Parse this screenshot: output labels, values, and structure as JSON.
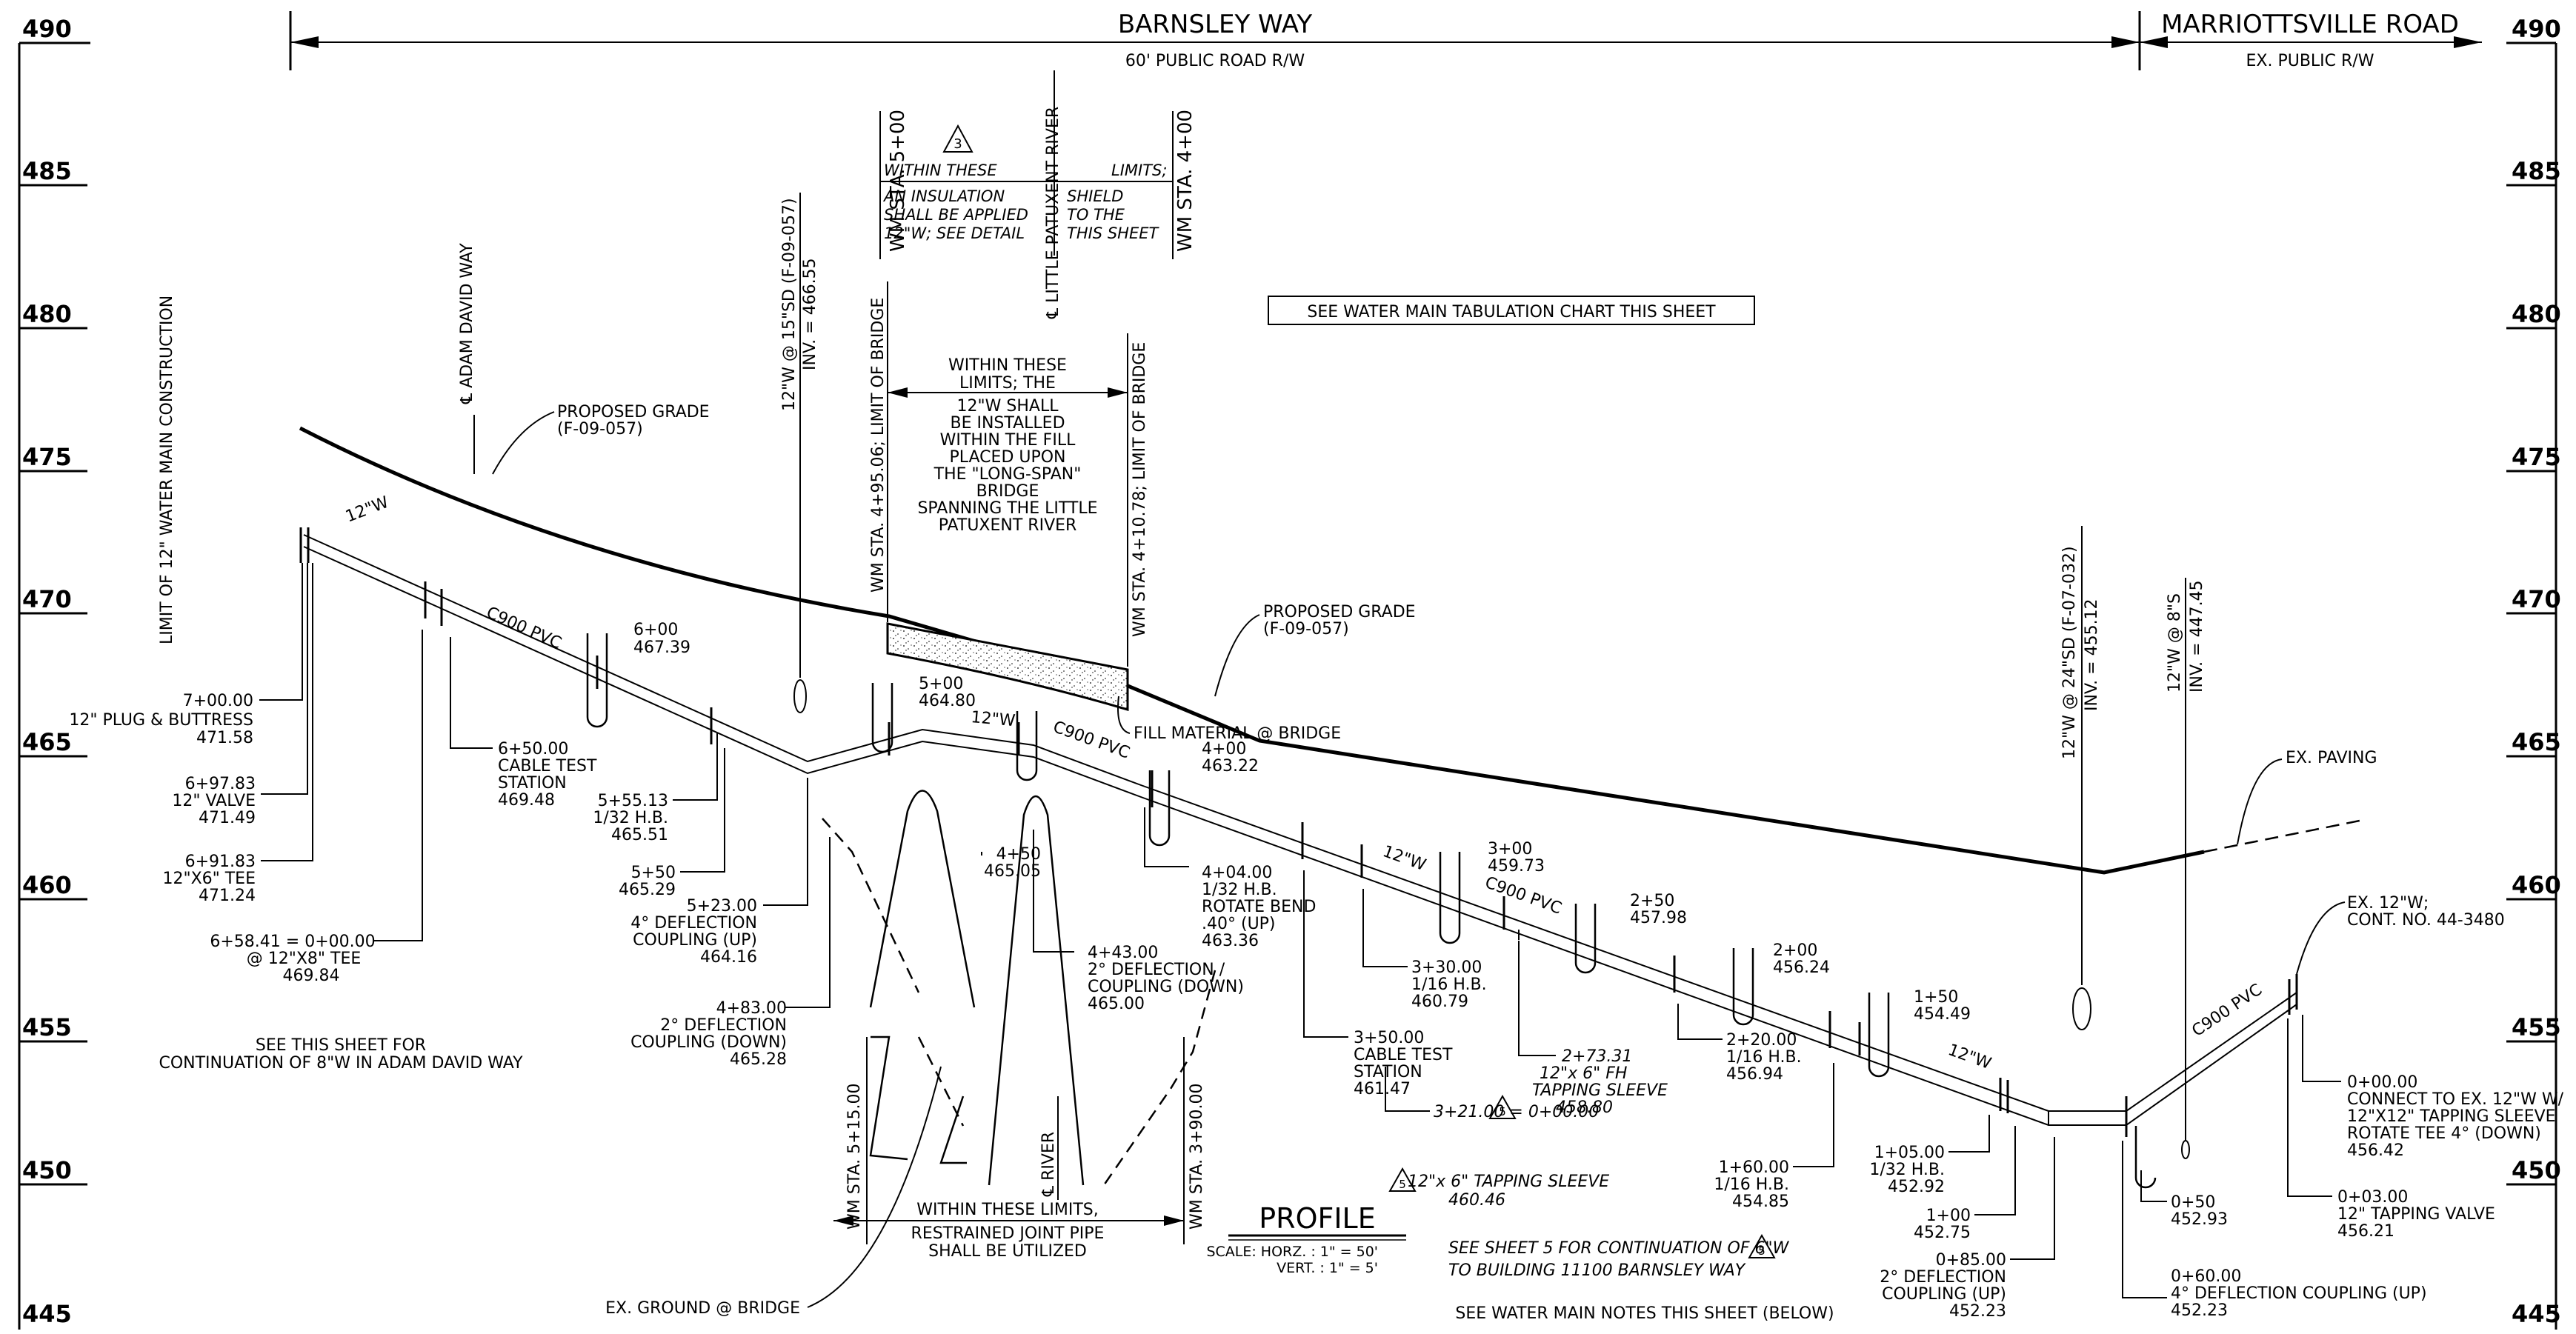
{
  "elevations": [
    "490",
    "485",
    "480",
    "475",
    "470",
    "465",
    "460",
    "455",
    "450",
    "445"
  ],
  "header": {
    "left_title": "BARNSLEY WAY",
    "left_sub": "60' PUBLIC ROAD R/W",
    "right_title": "MARRIOTTSVILLE ROAD",
    "right_sub": "EX. PUBLIC R/W"
  },
  "profile_title": "PROFILE",
  "scale_lines": [
    "SCALE: HORZ. : 1\" = 50'",
    "VERT. : 1\" = 5'"
  ],
  "notes": {
    "tabulation": "SEE WATER MAIN TABULATION CHART THIS SHEET",
    "water_main_notes": "SEE WATER MAIN NOTES THIS SHEET (BELOW)",
    "continuation_8": [
      "SEE THIS SHEET FOR",
      "CONTINUATION OF 8\"W IN ADAM DAVID WAY"
    ],
    "continuation_6": [
      "SEE SHEET 5 FOR CONTINUATION OF 6\"W",
      "TO BUILDING 11100 BARNSLEY WAY"
    ],
    "long_span": [
      "WITHIN THESE",
      "LIMITS; THE",
      "12\"W SHALL",
      "BE INSTALLED",
      "WITHIN THE FILL",
      "PLACED UPON",
      "THE \"LONG-SPAN\"",
      "BRIDGE",
      "SPANNING THE LITTLE",
      "PATUXENT RIVER"
    ],
    "restrained": [
      "WITHIN THESE LIMITS,",
      "RESTRAINED JOINT PIPE",
      "SHALL BE UTILIZED"
    ],
    "insulation_left": [
      "WITHIN THESE",
      "AN INSULATION",
      "SHALL BE APPLIED",
      "12\"W; SEE DETAIL"
    ],
    "insulation_right": [
      "LIMITS;",
      "SHIELD",
      "TO THE",
      "THIS SHEET"
    ]
  },
  "vertical_labels": {
    "limit_construction": "LIMIT OF 12\" WATER MAIN CONSTRUCTION",
    "adam_david": "℄ ADAM DAVID WAY",
    "culvert_left_a": "12\"W @ 15\"SD (F-09-057)",
    "culvert_left_b": "INV. = 466.55",
    "wm_495": "WM STA. 4+95.06; LIMIT OF BRIDGE",
    "wm_410": "WM STA. 4+10.78; LIMIT OF BRIDGE",
    "wm_500": "WM STA. 5+00",
    "wm_400": "WM STA. 4+00",
    "little_patuxent": "℄ LITTLE PATUXENT RIVER",
    "wm_515": "WM STA. 5+15.00",
    "wm_390": "WM STA. 3+90.00",
    "river": "℄ RIVER",
    "culvert_right_a": "12\"W @ 24\"SD (F-07-032)",
    "culvert_right_b": "INV. = 455.12",
    "culvert_far_a": "12\"W @ 8\"S",
    "culvert_far_b": "INV. = 447.45"
  },
  "grade_labels": {
    "proposed_1": [
      "PROPOSED GRADE",
      "(F-09-057)"
    ],
    "proposed_2": [
      "PROPOSED GRADE",
      "(F-09-057)"
    ],
    "fill": "FILL MATERIAL @ BRIDGE",
    "ex_paving": "EX. PAVING",
    "ex_ground": "EX. GROUND @ BRIDGE",
    "ex_main": [
      "EX. 12\"W;",
      "CONT. NO. 44-3480"
    ]
  },
  "pipe_labels": {
    "p12_1": "12\"W",
    "p12_2": "12\"W",
    "p12_3": "12\"W",
    "p12_4": "12\"W",
    "pvc_1": "C900 PVC",
    "pvc_2": "C900 PVC",
    "pvc_3": "C900 PVC",
    "pvc_4": "C900 PVC"
  },
  "stations": {
    "s700": [
      "7+00.00",
      "12\" PLUG & BUTTRESS",
      "471.58"
    ],
    "s697": [
      "6+97.83",
      "12\" VALVE",
      "471.49"
    ],
    "s691": [
      "6+91.83",
      "12\"X6\" TEE",
      "471.24"
    ],
    "s658": [
      "6+58.41 = 0+00.00",
      "@ 12\"X8\" TEE",
      "469.84"
    ],
    "s650": [
      "6+50.00",
      "CABLE TEST",
      "STATION",
      "469.48"
    ],
    "s600": [
      "6+00",
      "467.39"
    ],
    "s555": [
      "5+55.13",
      "1/32 H.B.",
      "465.51"
    ],
    "s550": [
      "5+50",
      "465.29"
    ],
    "s523": [
      "5+23.00",
      "4° DEFLECTION",
      "COUPLING (UP)",
      "464.16"
    ],
    "s483": [
      "4+83.00",
      "2° DEFLECTION",
      "COUPLING (DOWN)",
      "465.28"
    ],
    "s500": [
      "5+00",
      "464.80"
    ],
    "s450": [
      "4+50",
      "465.05"
    ],
    "s443": [
      "4+43.00",
      "2° DEFLECTION /",
      "COUPLING (DOWN)",
      "465.00"
    ],
    "s400": [
      "4+00",
      "463.22"
    ],
    "s404": [
      "4+04.00",
      "1/32 H.B.",
      "ROTATE BEND",
      ".40° (UP)",
      "463.36"
    ],
    "s350": [
      "3+50.00",
      "CABLE TEST",
      "STATION",
      "461.47"
    ],
    "s330": [
      "3+30.00",
      "1/16 H.B.",
      "460.79"
    ],
    "s300": [
      "3+00",
      "459.73"
    ],
    "s250": [
      "2+50",
      "457.98"
    ],
    "s273": [
      "2+73.31",
      "12\"x 6\" FH",
      "TAPPING SLEEVE",
      "458.80"
    ],
    "s321": [
      "3+21.00 = 0+00.00",
      "12\"x 6\" TAPPING SLEEVE",
      "460.46"
    ],
    "s220": [
      "2+20.00",
      "1/16 H.B.",
      "456.94"
    ],
    "s200": [
      "2+00",
      "456.24"
    ],
    "s160": [
      "1+60.00",
      "1/16 H.B.",
      "454.85"
    ],
    "s150": [
      "1+50",
      "454.49"
    ],
    "s105": [
      "1+05.00",
      "1/32 H.B.",
      "452.92"
    ],
    "s100": [
      "1+00",
      "452.75"
    ],
    "s085": [
      "0+85.00",
      "2° DEFLECTION",
      "COUPLING (UP)",
      "452.23"
    ],
    "s060": [
      "0+60.00",
      "4° DEFLECTION COUPLING (UP)",
      "452.23"
    ],
    "s050": [
      "0+50",
      "452.93"
    ],
    "s003": [
      "0+03.00",
      "12\" TAPPING VALVE",
      "456.21"
    ],
    "s000": [
      "0+00.00",
      "CONNECT TO EX. 12\"W W/",
      "12\"X12\" TAPPING SLEEVE",
      "ROTATE TEE 4° (DOWN)",
      "456.42"
    ]
  },
  "revision_tags": [
    "3",
    "5",
    "5",
    "5"
  ]
}
